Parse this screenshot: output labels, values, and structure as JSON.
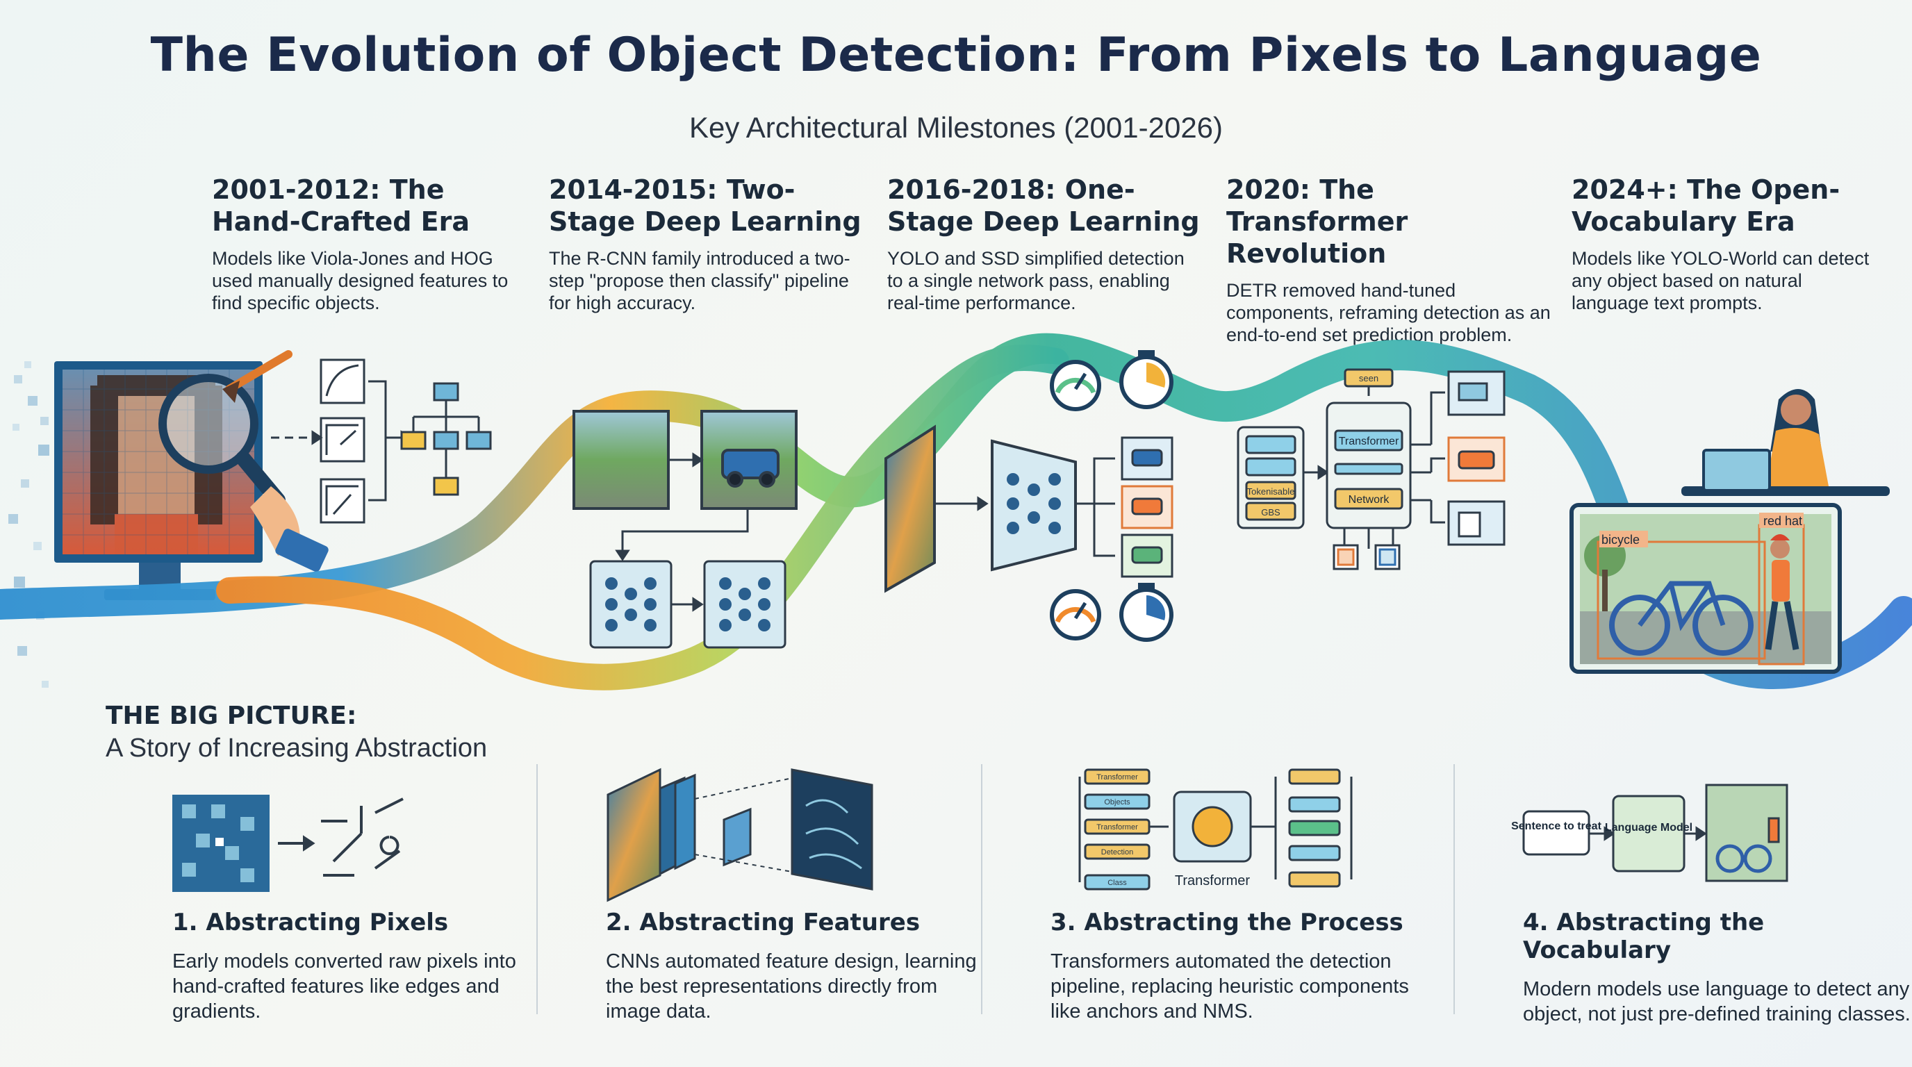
{
  "header": {
    "title": "The Evolution of Object Detection: From Pixels to Language",
    "subtitle": "Key Architectural Milestones (2001-2026)"
  },
  "eras": [
    {
      "title": "2001-2012: The Hand-Crafted Era",
      "text": "Models like Viola-Jones and HOG used manually designed features to find specific objects."
    },
    {
      "title": "2014-2015: Two-Stage Deep Learning",
      "text": "The R-CNN family introduced a two-step \"propose then classify\" pipeline for high accuracy."
    },
    {
      "title": "2016-2018: One-Stage Deep Learning",
      "text": "YOLO and SSD simplified detection to a single network pass, enabling real-time performance."
    },
    {
      "title": "2020: The Transformer Revolution",
      "text": "DETR removed hand-tuned components, reframing detection as an end-to-end set prediction problem."
    },
    {
      "title": "2024+: The Open-Vocabulary Era",
      "text": "Models like YOLO-World can detect any object based on natural language text prompts."
    }
  ],
  "diagram_labels": {
    "transformer": "Transformer",
    "network": "Network",
    "small_top": "seen",
    "encoder_1": "Tokenisable",
    "encoder_2": "GBS",
    "bicycle": "bicycle",
    "red_hat": "red hat",
    "abs_transformer": "Transformer",
    "abs_list": [
      "Transformer",
      "Objects",
      "Transformer",
      "Detection",
      "Class"
    ],
    "sentence": "Sentence to treat",
    "language_model": "Language Model"
  },
  "big_picture": {
    "heading": "THE BIG PICTURE:",
    "subheading": "A Story of Increasing Abstraction"
  },
  "abstractions": [
    {
      "title": "1. Abstracting Pixels",
      "text": "Early models converted raw pixels into hand-crafted features like edges and gradients."
    },
    {
      "title": "2. Abstracting Features",
      "text": "CNNs automated feature design, learning the best representations directly from image data."
    },
    {
      "title": "3. Abstracting the Process",
      "text": "Transformers automated the detection pipeline, replacing heuristic components like anchors and NMS."
    },
    {
      "title": "4. Abstracting the Vocabulary",
      "text": "Modern models use language to detect any object, not just pre-defined training classes."
    }
  ],
  "colors": {
    "title": "#1b2a4a",
    "ribbon_blue": "#2f8fd0",
    "ribbon_green": "#5bc08a",
    "ribbon_orange": "#f08a2c",
    "accent_orange": "#f07a3a"
  }
}
